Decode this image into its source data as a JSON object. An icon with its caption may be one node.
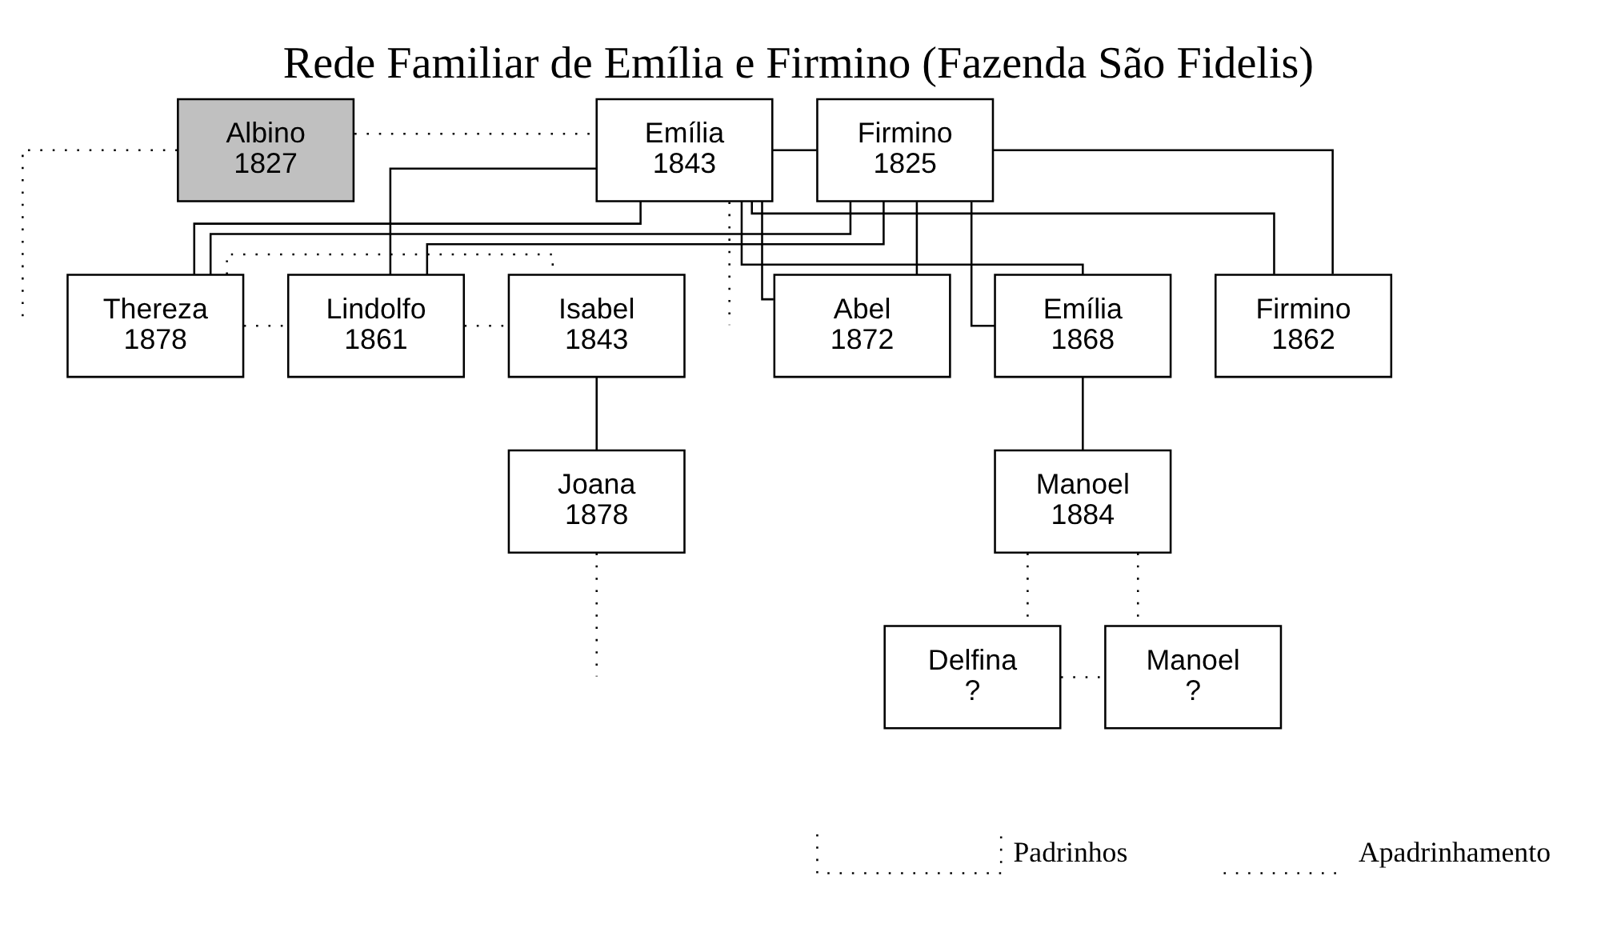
{
  "diagram": {
    "title": "Rede Familiar de Emília e Firmino (Fazenda São Fidelis)",
    "nodes": [
      {
        "text": [
          "Albino",
          "1827"
        ]
      },
      {
        "text": [
          "Emília",
          "1843"
        ]
      },
      {
        "text": [
          "Firmino",
          "1825"
        ]
      },
      {
        "text": [
          "Thereza",
          "1878"
        ]
      },
      {
        "text": [
          "Abel",
          "1872"
        ]
      },
      {
        "text": [
          "Emília",
          "1868"
        ]
      },
      {
        "text": [
          "Firmino",
          "1862"
        ]
      },
      {
        "text": [
          "Lindolfo",
          "1861"
        ]
      },
      {
        "text": [
          "Isabel",
          "1843"
        ]
      },
      {
        "text": [
          "Manoel",
          "1884"
        ]
      },
      {
        "text": [
          "Joana",
          "1878"
        ]
      },
      {
        "text": [
          "Delfina",
          "?"
        ]
      },
      {
        "text": [
          "Manoel",
          "?"
        ]
      }
    ],
    "edges": [
      {
        "from": 1,
        "to": 2,
        "arrow": "none"
      },
      {
        "from": 1,
        "to": 3,
        "arrow": "none"
      },
      {
        "from": 2,
        "to": 3,
        "arrow": "none"
      },
      {
        "from": 1,
        "to": 4,
        "arrow": "none"
      },
      {
        "from": 2,
        "to": 4,
        "arrow": "none"
      },
      {
        "from": 1,
        "to": 5,
        "arrow": "none"
      },
      {
        "from": 2,
        "to": 5,
        "arrow": "none"
      },
      {
        "from": 1,
        "to": 6,
        "arrow": "none"
      },
      {
        "from": 2,
        "to": 6,
        "arrow": "none"
      },
      {
        "from": 1,
        "to": 7,
        "arrow": "none"
      },
      {
        "from": 2,
        "to": 7,
        "arrow": "none"
      },
      {
        "from": 5,
        "to": 9,
        "arrow": "none"
      },
      {
        "from": 8,
        "to": 10,
        "arrow": "none"
      },
      {
        "from": 0,
        "to": 1,
        "arrow": "none",
        "style": "dashed"
      },
      {
        "from": 0,
        "to": null,
        "arrow": "none",
        "style": "dashed"
      },
      {
        "from": 1,
        "to": null,
        "arrow": "none",
        "style": "dashed"
      },
      {
        "from": 7,
        "to": 8,
        "arrow": "none",
        "style": "dashed"
      },
      {
        "from": 3,
        "to": 7,
        "arrow": "none",
        "style": "dashed"
      },
      {
        "from": 3,
        "to": 8,
        "arrow": "none",
        "style": "dashed"
      },
      {
        "from": 11,
        "to": 12,
        "arrow": "none",
        "style": "dashed"
      },
      {
        "from": 9,
        "to": 11,
        "arrow": "none",
        "style": "dashed"
      },
      {
        "from": 9,
        "to": 12,
        "arrow": "none",
        "style": "dashed"
      },
      {
        "from": 10,
        "to": null,
        "arrow": "none",
        "style": "dashed"
      }
    ],
    "legend": [
      {
        "text": "Padrinhos"
      },
      {
        "text": "Apadrinhamento"
      }
    ]
  }
}
